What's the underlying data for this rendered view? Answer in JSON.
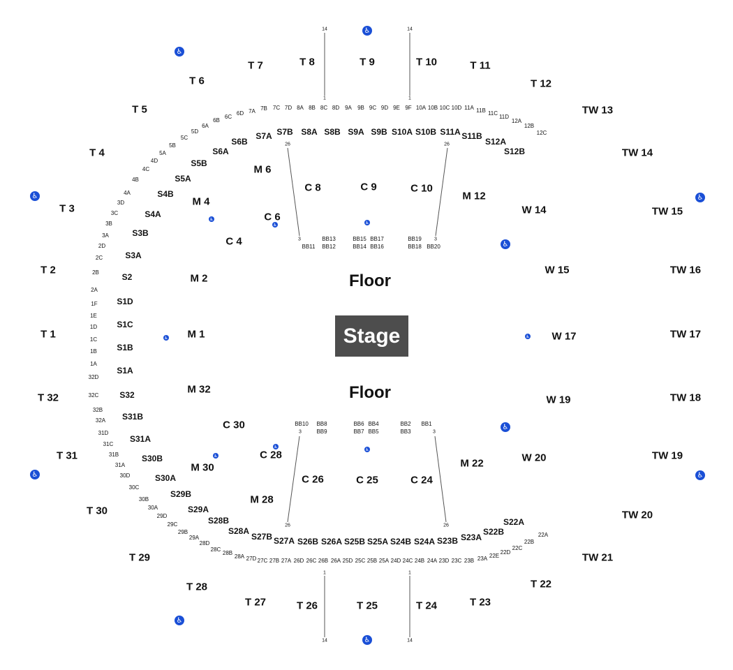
{
  "stage": {
    "label": "Stage"
  },
  "floor_labels": [
    "Floor",
    "Floor"
  ],
  "wheelchair_icon": "wheelchair-accessible-icon",
  "colors": {
    "stage": "#4d4d4d",
    "accessible": "#1a4fd6",
    "text": "#111111",
    "lines": "#555555"
  },
  "sections": {
    "tier": [
      "T 1",
      "T 2",
      "T 3",
      "T 4",
      "T 5",
      "T 6",
      "T 7",
      "T 8",
      "T 9",
      "T 10",
      "T 11",
      "T 12",
      "TW 13",
      "TW 14",
      "TW 15",
      "TW 16",
      "TW 17",
      "TW 18",
      "TW 19",
      "TW 20",
      "TW 21",
      "T 22",
      "T 23",
      "T 24",
      "T 25",
      "T 26",
      "T 27",
      "T 28",
      "T 29",
      "T 30",
      "T 31",
      "T 32"
    ],
    "mezzanine": [
      "M 1",
      "M 2",
      "M 4",
      "M 6",
      "M 12",
      "M 22",
      "M 28",
      "M 30",
      "M 32"
    ],
    "wing": [
      "W 14",
      "W 15",
      "W 17",
      "W 19",
      "W 20"
    ],
    "center": [
      "C 4",
      "C 6",
      "C 8",
      "C 9",
      "C 10",
      "C 24",
      "C 25",
      "C 26",
      "C 28",
      "C 30"
    ],
    "side_upper": [
      "S1A",
      "S1B",
      "S1C",
      "S1D",
      "S2",
      "S3A",
      "S3B",
      "S4A",
      "S4B",
      "S5A",
      "S5B",
      "S6A",
      "S6B",
      "S7A",
      "S7B",
      "S8A",
      "S8B",
      "S9A",
      "S9B",
      "S10A",
      "S10B",
      "S11A",
      "S11B",
      "S12A",
      "S12B"
    ],
    "side_lower": [
      "S32",
      "S31B",
      "S31A",
      "S30B",
      "S30A",
      "S29B",
      "S29A",
      "S28B",
      "S28A",
      "S27B",
      "S27A",
      "S26B",
      "S26A",
      "S25B",
      "S25A",
      "S24B",
      "S24A",
      "S23B",
      "S23A",
      "S22B",
      "S22A"
    ]
  },
  "rows": {
    "upper": [
      "7A",
      "7B",
      "7C",
      "7D",
      "8A",
      "8B",
      "8C",
      "8D",
      "9A",
      "9B",
      "9C",
      "9D",
      "9E",
      "9F",
      "10A",
      "10B",
      "10C",
      "10D",
      "11A",
      "11B",
      "11C",
      "11D",
      "12A",
      "12B",
      "12C",
      "6D",
      "6C",
      "6B",
      "6A",
      "5D",
      "5C",
      "5B",
      "5A",
      "4D",
      "4C",
      "4B",
      "4A",
      "3D",
      "3C",
      "3B",
      "3A",
      "2D",
      "2C",
      "2B",
      "2A",
      "1F",
      "1E",
      "1D",
      "1C",
      "1B",
      "1A"
    ],
    "lower": [
      "32D",
      "32C",
      "32B",
      "32A",
      "31D",
      "31C",
      "31B",
      "31A",
      "30D",
      "30C",
      "30B",
      "30A",
      "29D",
      "29C",
      "29B",
      "29A",
      "28D",
      "28C",
      "28B",
      "28A",
      "27D",
      "27C",
      "27B",
      "27A",
      "26D",
      "26C",
      "26B",
      "26A",
      "25D",
      "25C",
      "25B",
      "25A",
      "24D",
      "24C",
      "24B",
      "24A",
      "23D",
      "23C",
      "23B",
      "23A",
      "22E",
      "22D",
      "22C",
      "22B",
      "22A"
    ]
  },
  "box_blocks": {
    "upper": [
      "BB11",
      "BB12",
      "BB13",
      "BB14",
      "BB15",
      "BB16",
      "BB17",
      "BB18",
      "BB19",
      "BB20"
    ],
    "lower": [
      "BB10",
      "BB9",
      "BB8",
      "BB7",
      "BB6",
      "BB5",
      "BB4",
      "BB3",
      "BB2",
      "BB1"
    ]
  },
  "row_numbers": [
    "14",
    "1",
    "26",
    "3"
  ]
}
